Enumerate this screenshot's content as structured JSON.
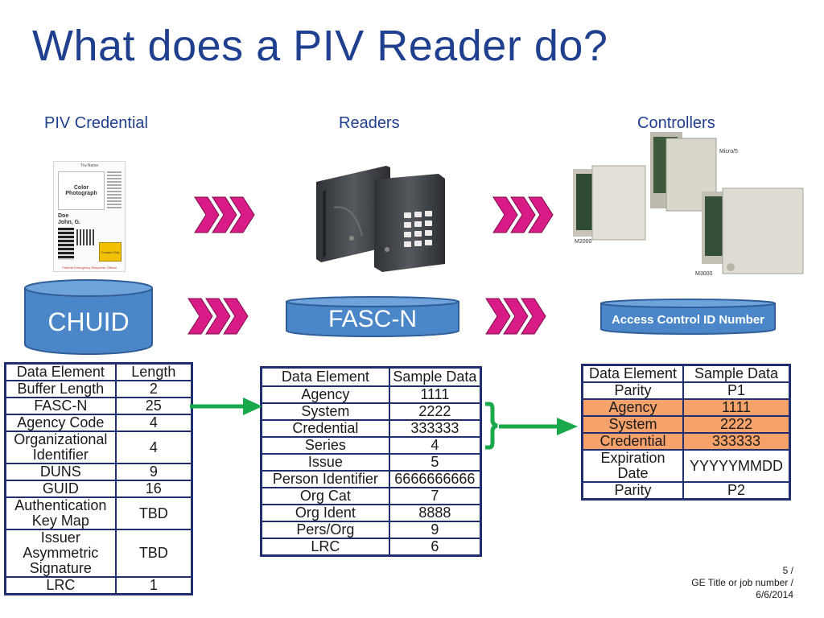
{
  "title": "What does a PIV Reader do?",
  "columns": {
    "credential": "PIV Credential",
    "readers": "Readers",
    "controllers": "Controllers"
  },
  "card": {
    "header": "Tru-Name",
    "photo": "Color Photograph",
    "name_line1": "Doe",
    "name_line2": "John, G.",
    "chip": "Contact Chip",
    "footer": "Federal Emergency Response Official"
  },
  "controller_labels": {
    "micro5": "Micro/5",
    "m2000": "M2000",
    "m3000": "M3000"
  },
  "cylinders": {
    "chuid": "CHUID",
    "fascn": "FASC-N",
    "access": "Access Control ID Number"
  },
  "colors": {
    "title": "#1f3f8f",
    "cylinder": "#4a86c8",
    "chevron": "#d81b86",
    "arrow": "#19a84a",
    "highlight": "#f7a26b"
  },
  "chuid_table": {
    "headers": [
      "Data Element",
      "Length"
    ],
    "rows": [
      [
        "Buffer Length",
        "2"
      ],
      [
        "FASC-N",
        "25"
      ],
      [
        "Agency Code",
        "4"
      ],
      [
        "Organizational Identifier",
        "4"
      ],
      [
        "DUNS",
        "9"
      ],
      [
        "GUID",
        "16"
      ],
      [
        "Authentication Key Map",
        "TBD"
      ],
      [
        "Issuer Asymmetric Signature",
        "TBD"
      ],
      [
        "LRC",
        "1"
      ]
    ]
  },
  "fascn_table": {
    "headers": [
      "Data Element",
      "Sample Data"
    ],
    "rows": [
      [
        "Agency",
        "1111"
      ],
      [
        "System",
        "2222"
      ],
      [
        "Credential",
        "333333"
      ],
      [
        "Series",
        "4"
      ],
      [
        "Issue",
        "5"
      ],
      [
        "Person Identifier",
        "6666666666"
      ],
      [
        "Org Cat",
        "7"
      ],
      [
        "Org Ident",
        "8888"
      ],
      [
        "Pers/Org",
        "9"
      ],
      [
        "LRC",
        "6"
      ]
    ]
  },
  "access_table": {
    "headers": [
      "Data Element",
      "Sample Data"
    ],
    "rows": [
      [
        "Parity",
        "P1"
      ],
      [
        "Agency",
        "1111"
      ],
      [
        "System",
        "2222"
      ],
      [
        "Credential",
        "333333"
      ],
      [
        "Expiration Date",
        "YYYYYMMDD"
      ],
      [
        "Parity",
        "P2"
      ]
    ],
    "highlighted_rows": [
      1,
      2,
      3
    ]
  },
  "footer": {
    "page": "5 /",
    "job": "GE Title or job number /",
    "date": "6/6/2014"
  }
}
